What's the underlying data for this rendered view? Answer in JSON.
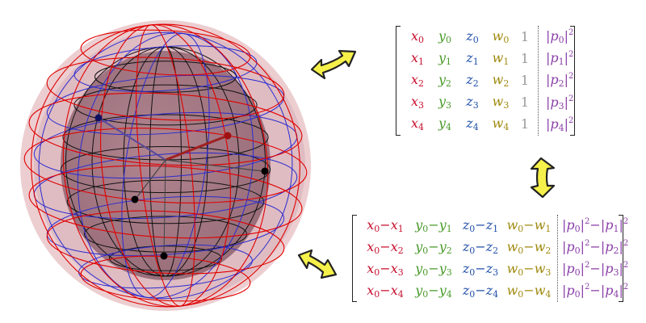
{
  "colors": {
    "x": "#c8102e",
    "y": "#4a9a2a",
    "z": "#1f4fa8",
    "w": "#a08a10",
    "one": "#9a9a9a",
    "p": "#8a3fa8",
    "sphere_fill": "#b07a8a",
    "sphere_outer": "#d9a0a8",
    "arrow_fill": "#f6f04a",
    "arrow_stroke": "#222222"
  },
  "top_matrix": {
    "rows": [
      {
        "x": "0",
        "y": "0",
        "z": "0",
        "w": "0",
        "one": "1",
        "p": "0"
      },
      {
        "x": "1",
        "y": "1",
        "z": "1",
        "w": "1",
        "one": "1",
        "p": "1"
      },
      {
        "x": "2",
        "y": "2",
        "z": "2",
        "w": "2",
        "one": "1",
        "p": "2"
      },
      {
        "x": "3",
        "y": "3",
        "z": "3",
        "w": "3",
        "one": "1",
        "p": "3"
      },
      {
        "x": "4",
        "y": "4",
        "z": "4",
        "w": "4",
        "one": "1",
        "p": "4"
      }
    ]
  },
  "bottom_matrix": {
    "rows": [
      {
        "a": "0",
        "b": "1"
      },
      {
        "a": "0",
        "b": "2"
      },
      {
        "a": "0",
        "b": "3"
      },
      {
        "a": "0",
        "b": "4"
      }
    ]
  },
  "symbols": {
    "x": "x",
    "y": "y",
    "z": "z",
    "w": "w",
    "p": "p",
    "minus": "−",
    "exp": "2",
    "bar": "|"
  },
  "icons": [
    "double-arrow-icon"
  ]
}
